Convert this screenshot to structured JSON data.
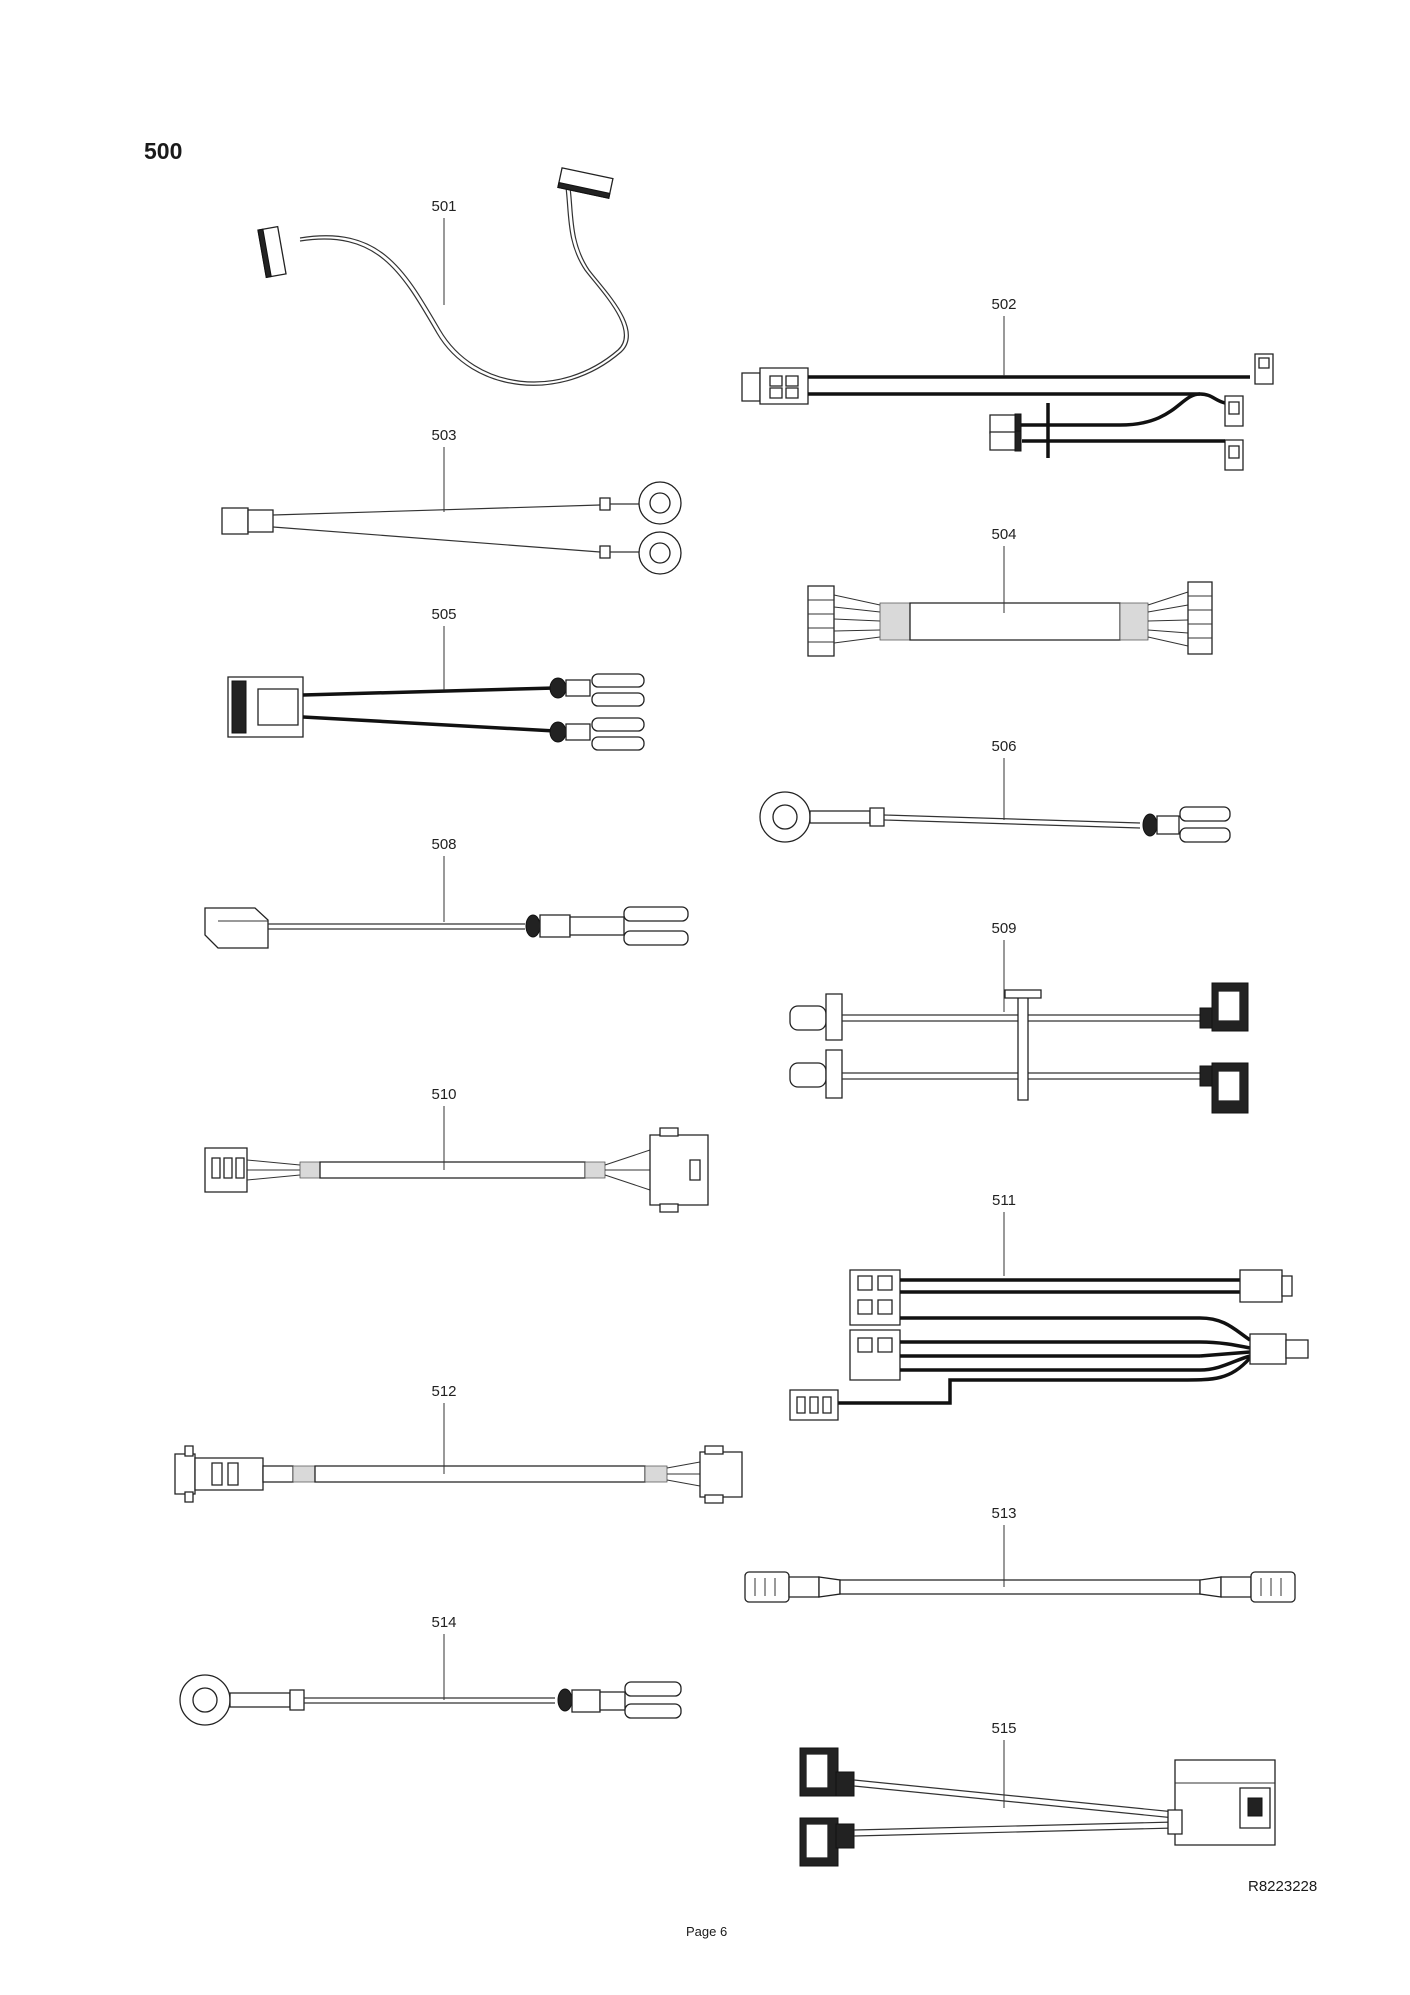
{
  "section": {
    "title": "500"
  },
  "parts": [
    {
      "id": "part-501",
      "label": "501"
    },
    {
      "id": "part-502",
      "label": "502"
    },
    {
      "id": "part-503",
      "label": "503"
    },
    {
      "id": "part-504",
      "label": "504"
    },
    {
      "id": "part-505",
      "label": "505"
    },
    {
      "id": "part-506",
      "label": "506"
    },
    {
      "id": "part-508",
      "label": "508"
    },
    {
      "id": "part-509",
      "label": "509"
    },
    {
      "id": "part-510",
      "label": "510"
    },
    {
      "id": "part-511",
      "label": "511"
    },
    {
      "id": "part-512",
      "label": "512"
    },
    {
      "id": "part-513",
      "label": "513"
    },
    {
      "id": "part-514",
      "label": "514"
    },
    {
      "id": "part-515",
      "label": "515"
    }
  ],
  "footer": {
    "reference": "R8223228",
    "page": "Page 6"
  }
}
